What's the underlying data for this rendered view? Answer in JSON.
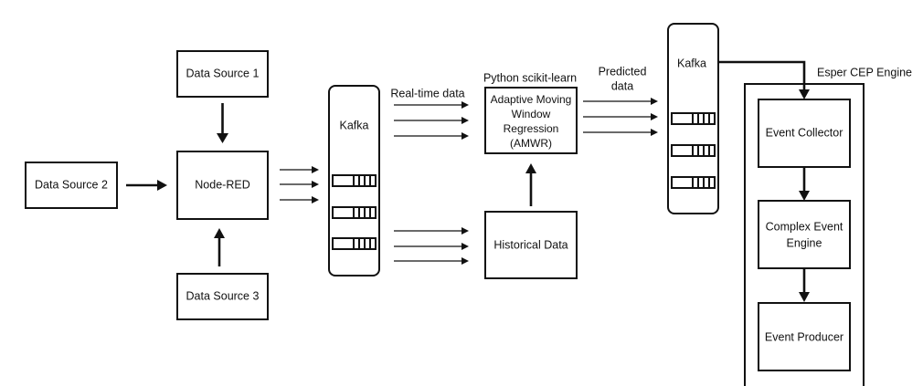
{
  "diagram": {
    "nodes": {
      "data_source_1": "Data Source 1",
      "data_source_2": "Data Source 2",
      "data_source_3": "Data Source 3",
      "node_red": "Node-RED",
      "kafka_1": "Kafka",
      "kafka_2": "Kafka",
      "amwr": [
        "Adaptive Moving",
        "Window",
        "Regression",
        "(AMWR)"
      ],
      "historical_data": "Historical Data",
      "event_collector": "Event Collector",
      "complex_event_engine": [
        "Complex Event",
        "Engine"
      ],
      "event_producer": "Event Producer"
    },
    "labels": {
      "python_scikit_learn": "Python scikit-learn",
      "real_time_data": "Real-time data",
      "predicted_data": [
        "Predicted",
        "data"
      ],
      "esper_cep_engine": "Esper CEP Engine"
    },
    "edges": [
      {
        "from": "Data Source 1",
        "to": "Node-RED"
      },
      {
        "from": "Data Source 2",
        "to": "Node-RED"
      },
      {
        "from": "Data Source 3",
        "to": "Node-RED"
      },
      {
        "from": "Node-RED",
        "to": "Kafka",
        "count": 3
      },
      {
        "from": "Kafka",
        "to": "Adaptive Moving Window Regression (AMWR)",
        "label": "Real-time data",
        "count": 3
      },
      {
        "from": "Kafka",
        "to": "Historical Data",
        "count": 3
      },
      {
        "from": "Historical Data",
        "to": "Adaptive Moving Window Regression (AMWR)"
      },
      {
        "from": "Adaptive Moving Window Regression (AMWR)",
        "to": "Kafka",
        "label": "Predicted data",
        "count": 3
      },
      {
        "from": "Kafka",
        "to": "Event Collector"
      },
      {
        "from": "Event Collector",
        "to": "Complex Event Engine"
      },
      {
        "from": "Complex Event Engine",
        "to": "Event Producer"
      }
    ]
  }
}
